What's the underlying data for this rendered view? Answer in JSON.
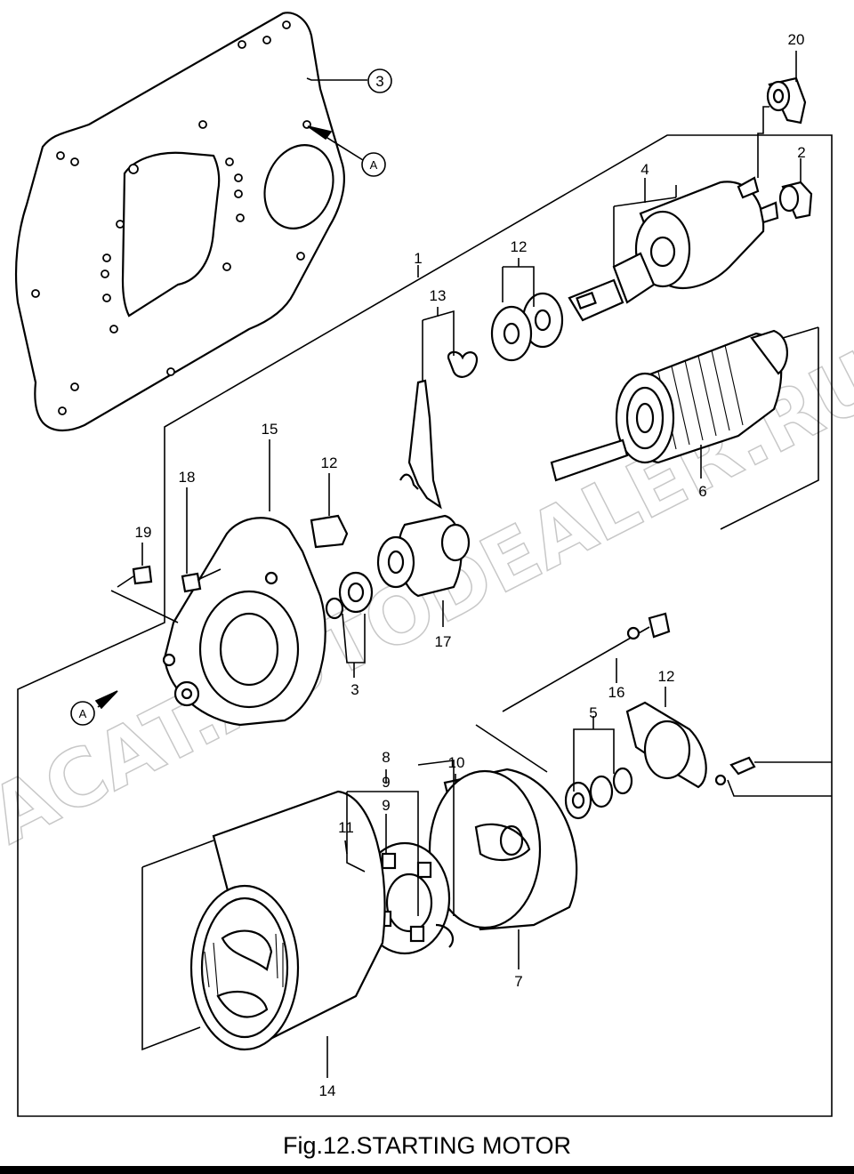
{
  "figure": {
    "caption": "Fig.12.STARTING MOTOR",
    "watermark": "ACAT.AUTODEALER.RU",
    "ref_marker": "A"
  },
  "callouts": [
    {
      "id": "c1",
      "label": "1"
    },
    {
      "id": "c2",
      "label": "2"
    },
    {
      "id": "c3a",
      "label": "3"
    },
    {
      "id": "c3b",
      "label": "3"
    },
    {
      "id": "c4",
      "label": "4"
    },
    {
      "id": "c5",
      "label": "5"
    },
    {
      "id": "c6",
      "label": "6"
    },
    {
      "id": "c7",
      "label": "7"
    },
    {
      "id": "c8",
      "label": "8"
    },
    {
      "id": "c9",
      "label": "9"
    },
    {
      "id": "c9b",
      "label": "9"
    },
    {
      "id": "c10",
      "label": "10"
    },
    {
      "id": "c11",
      "label": "11"
    },
    {
      "id": "c12a",
      "label": "12"
    },
    {
      "id": "c12b",
      "label": "12"
    },
    {
      "id": "c12c",
      "label": "12"
    },
    {
      "id": "c13",
      "label": "13"
    },
    {
      "id": "c14",
      "label": "14"
    },
    {
      "id": "c15",
      "label": "15"
    },
    {
      "id": "c16",
      "label": "16"
    },
    {
      "id": "c17",
      "label": "17"
    },
    {
      "id": "c18",
      "label": "18"
    },
    {
      "id": "c19",
      "label": "19"
    },
    {
      "id": "c20",
      "label": "20"
    }
  ],
  "colors": {
    "ink": "#000000",
    "paper": "#ffffff",
    "watermark": "#c8c8c8"
  }
}
